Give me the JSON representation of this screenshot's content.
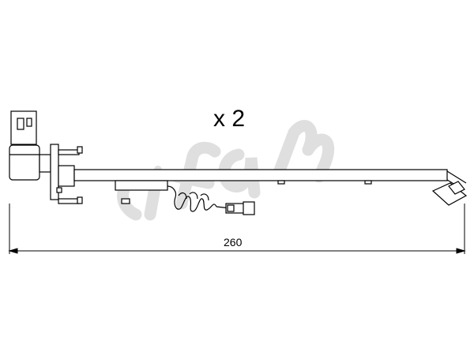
{
  "quantity_label": "x 2",
  "dimension_label": "260",
  "watermark_text": "cifam",
  "colors": {
    "line": "#000000",
    "watermark": "#dcdcdc",
    "background": "#ffffff"
  }
}
